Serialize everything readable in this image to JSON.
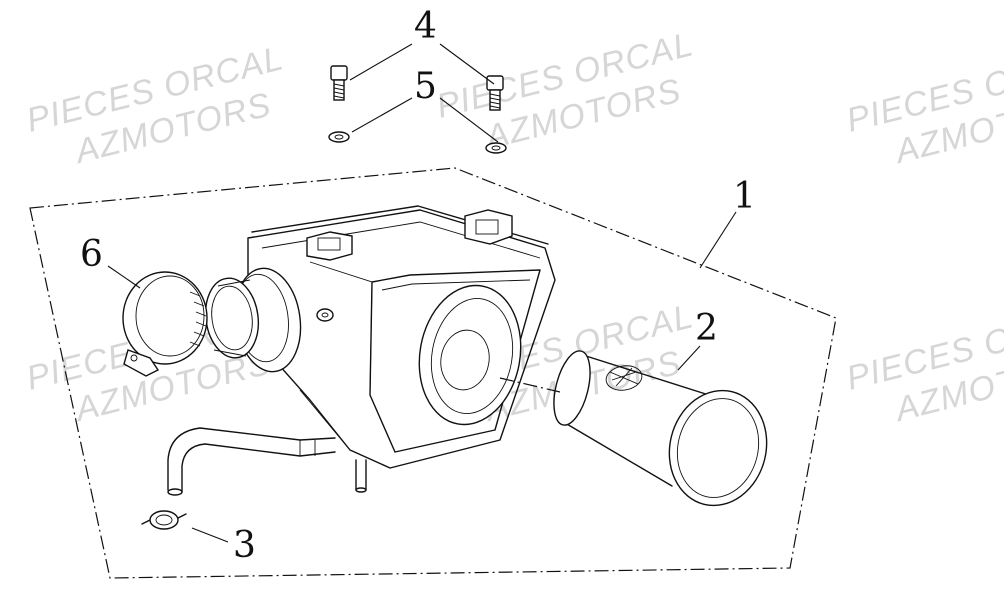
{
  "watermarks": [
    {
      "line1": "PIECES ORCAL",
      "line2": "AZMOTORS"
    },
    {
      "line1": "PIECES ORCAL",
      "line2": "AZMOTORS"
    },
    {
      "line1": "PIECES O",
      "line2": "AZMOT"
    },
    {
      "line1": "PIECES ORCAL",
      "line2": "AZMOTORS"
    },
    {
      "line1": "PIECES ORCAL",
      "line2": "AZMOTORS"
    },
    {
      "line1": "PIECES O",
      "line2": "AZMOT"
    }
  ],
  "callouts": [
    {
      "number": "1",
      "part": "air-filter-housing-assembly"
    },
    {
      "number": "2",
      "part": "air-filter-element"
    },
    {
      "number": "3",
      "part": "hose-clip"
    },
    {
      "number": "4",
      "part": "bolt"
    },
    {
      "number": "5",
      "part": "washer"
    },
    {
      "number": "6",
      "part": "hose-clamp"
    }
  ],
  "icons": [
    "bolt-icon",
    "washer-icon",
    "hose-clamp-icon",
    "filter-element-icon",
    "hose-clip-icon",
    "airbox-icon"
  ],
  "colors": {
    "line": "#111111",
    "watermark": "#d6d6d6",
    "background": "#ffffff"
  }
}
